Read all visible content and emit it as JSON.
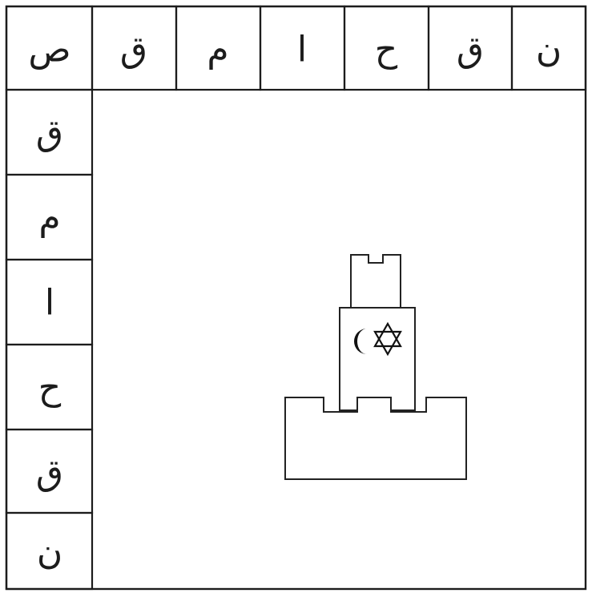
{
  "top_row": [
    {
      "glyph": "ص"
    },
    {
      "glyph": "ق"
    },
    {
      "glyph": "م"
    },
    {
      "glyph": "ا"
    },
    {
      "glyph": "ح"
    },
    {
      "glyph": "ق"
    },
    {
      "glyph": "ن"
    }
  ],
  "left_column": [
    {
      "glyph": "ق"
    },
    {
      "glyph": "م"
    },
    {
      "glyph": "ا"
    },
    {
      "glyph": "ح"
    },
    {
      "glyph": "ق"
    },
    {
      "glyph": "ن"
    }
  ],
  "drawing": {
    "subject": "tower-on-fortress",
    "emblems": [
      "crescent-icon",
      "star-of-david-icon"
    ],
    "ink_color": "#1c1c1c",
    "paper_color": "#ffffff"
  }
}
